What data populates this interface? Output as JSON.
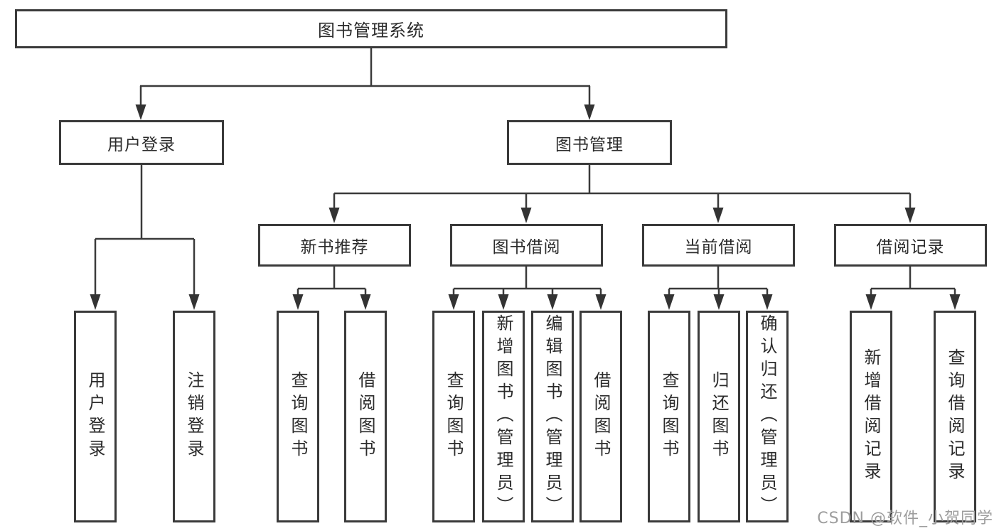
{
  "diagram": {
    "root": {
      "label": "图书管理系统"
    },
    "level2": [
      {
        "label": "用户登录"
      },
      {
        "label": "图书管理"
      }
    ],
    "level3": [
      {
        "label": "新书推荐"
      },
      {
        "label": "图书借阅"
      },
      {
        "label": "当前借阅"
      },
      {
        "label": "借阅记录"
      }
    ],
    "leaves": {
      "login": [
        "用户登录",
        "注销登录"
      ],
      "recommend": [
        "查询图书",
        "借阅图书"
      ],
      "borrow": [
        "查询图书",
        "新增图书（管理员）",
        "编辑图书（管理员）",
        "借阅图书"
      ],
      "current": [
        "查询图书",
        "归还图书",
        "确认归还（管理员）"
      ],
      "records": [
        "新增借阅记录",
        "查询借阅记录"
      ]
    },
    "colors": {
      "line": "#3a3a3a",
      "text": "#2b2b2b",
      "background": "#ffffff",
      "watermark": "#9d9d9d"
    }
  },
  "watermark": {
    "text": "CSDN @软件_小贺同学"
  }
}
